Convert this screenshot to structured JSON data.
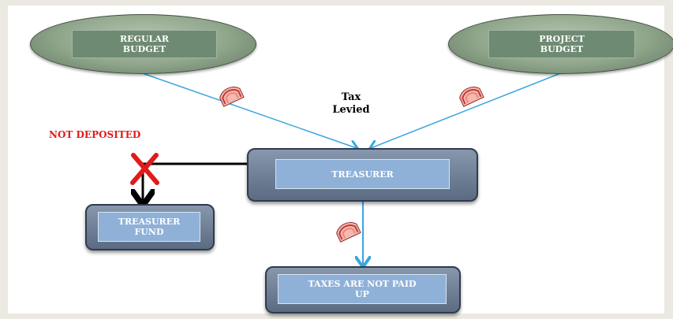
{
  "nodes": {
    "regular_budget": "REGULAR\nBUDGET",
    "project_budget": "PROJECT\nBUDGET",
    "treasurer": "TREASURER",
    "treasurer_fund": "TREASURER\nFUND",
    "taxes_not_paid": "TAXES ARE NOT PAID\nUP"
  },
  "labels": {
    "tax_levied": "Tax\nLevied",
    "not_deposited": "NOT DEPOSITED"
  },
  "icons": {
    "money_fan": "money-stack-icon",
    "cross": "x-cross-icon"
  },
  "colors": {
    "flow_arrow": "#3aa6e0",
    "cross": "#e01b1b",
    "not_deposited": "#e01b1b",
    "black_link": "#000000"
  }
}
